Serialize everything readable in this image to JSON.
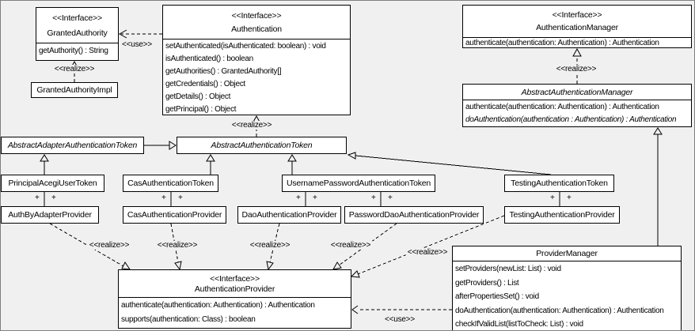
{
  "colors": {
    "background": "#f0f0f0",
    "box_fill": "#ffffff",
    "line": "#000000"
  },
  "labels": {
    "use": "<<use>>",
    "realize": "<<realize>>",
    "plus": "+"
  },
  "classes": {
    "granted_authority": {
      "stereotype": "<<Interface>>",
      "name": "GrantedAuthority",
      "members": [
        "getAuthority() : String"
      ]
    },
    "granted_authority_impl": {
      "name": "GrantedAuthorityImpl"
    },
    "authentication": {
      "stereotype": "<<Interface>>",
      "name": "Authentication",
      "members": [
        "setAuthenticated(isAuthenticated: boolean) : void",
        "isAuthenticated() : boolean",
        "getAuthorities() : GrantedAuthority[]",
        "getCredentials() : Object",
        "getDetails() : Object",
        "getPrincipal() : Object"
      ]
    },
    "authentication_manager": {
      "stereotype": "<<Interface>>",
      "name": "AuthenticationManager",
      "members": [
        "authenticate(authentication: Authentication) : Authentication"
      ]
    },
    "abstract_authentication_manager": {
      "name": "AbstractAuthenticationManager",
      "members": [
        "authenticate(authentication: Authentication) : Authentication",
        "doAuthentication(authentication : Authentication) : Authentication"
      ]
    },
    "abstract_adapter_authentication_token": {
      "name": "AbstractAdapterAuthenticationToken"
    },
    "abstract_authentication_token": {
      "name": "AbstractAuthenticationToken"
    },
    "principal_acegi_user_token": {
      "name": "PrincipalAcegiUserToken"
    },
    "cas_authentication_token": {
      "name": "CasAuthenticationToken"
    },
    "username_password_authentication_token": {
      "name": "UsernamePasswordAuthenticationToken"
    },
    "testing_authentication_token": {
      "name": "TestingAuthenticationToken"
    },
    "auth_by_adapter_provider": {
      "name": "AuthByAdapterProvider"
    },
    "cas_authentication_provider": {
      "name": "CasAuthenticationProvider"
    },
    "dao_authentication_provider": {
      "name": "DaoAuthenticationProvider"
    },
    "password_dao_authentication_provider": {
      "name": "PasswordDaoAuthenticationProvider"
    },
    "testing_authentication_provider": {
      "name": "TestingAuthenticationProvider"
    },
    "authentication_provider": {
      "stereotype": "<<Interface>>",
      "name": "AuthenticationProvider",
      "members": [
        "authenticate(authentication: Authentication) : Authentication",
        "supports(authentication: Class) : boolean"
      ]
    },
    "provider_manager": {
      "name": "ProviderManager",
      "members": [
        "setProviders(newList: List) : void",
        "getProviders() : List",
        "afterPropertiesSet() : void",
        "doAuthentication(authentication: Authentication) : Authentication",
        "checkIfValidList(listToCheck: List) : void"
      ]
    }
  }
}
